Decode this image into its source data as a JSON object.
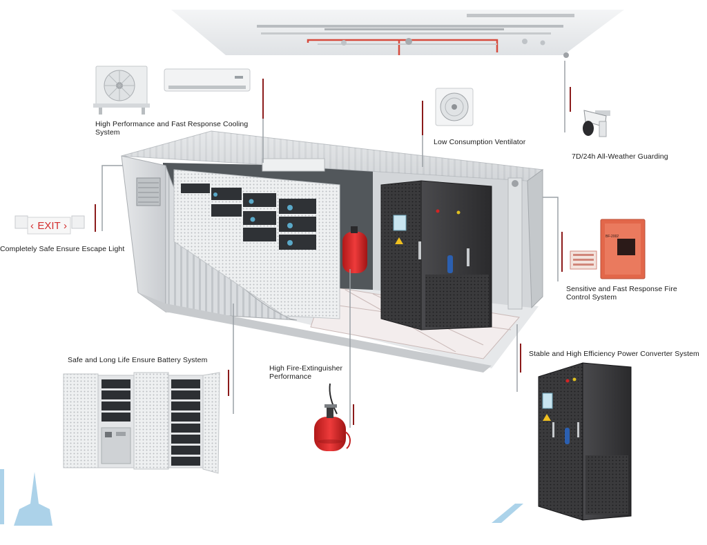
{
  "labels": {
    "cooling": "High Performance and Fast Response Cooling System",
    "ventilator": "Low Consumption Ventilator",
    "guarding": "7D/24h All-Weather Guarding",
    "escape_light": "Completely Safe Ensure Escape Light",
    "fire_control": "Sensitive and Fast Response Fire Control System",
    "power_converter": "Stable and High Efficiency Power Converter System",
    "battery": "Safe and Long Life Ensure Battery System",
    "extinguisher": "High Fire-Extinguisher Performance"
  },
  "signs": {
    "exit": "EXIT",
    "fire_panel_model": "BF-2002"
  },
  "colors": {
    "callout_line": "#8b1a1a",
    "container_body": "#d9dcdf",
    "cabinet_dark": "#3a3a3c",
    "extinguisher_red": "#d42323",
    "fire_panel": "#e2674a"
  },
  "icons": [
    "ceiling-pipes",
    "outdoor-ac-unit",
    "indoor-ac-unit",
    "ventilator-fan-icon",
    "cctv-camera-icon",
    "exit-sign-icon",
    "fire-alarm-panel-icon",
    "fire-extinguisher-icon",
    "power-converter-cabinet-icon",
    "battery-rack-icon",
    "container-icon"
  ]
}
